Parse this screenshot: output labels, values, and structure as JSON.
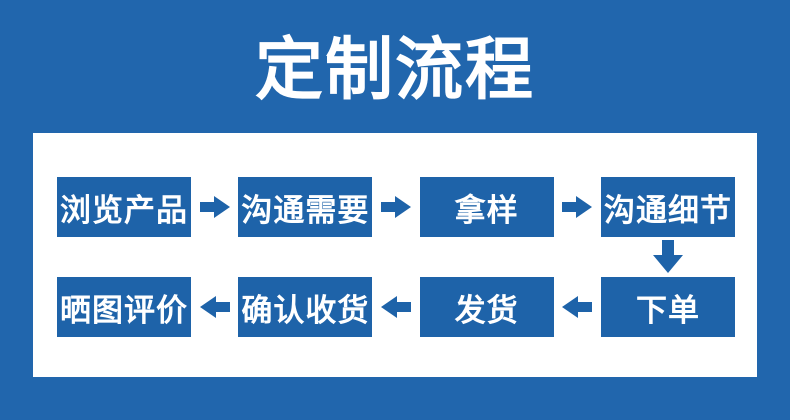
{
  "page": {
    "background_color": "#2166AD",
    "panel_color": "#FFFFFF",
    "accent_color": "#1E63A9",
    "text_color": "#FFFFFF"
  },
  "header": {
    "title": "定制流程"
  },
  "flow": {
    "row1": {
      "arrow_direction": "right",
      "steps": [
        {
          "label": "浏览产品"
        },
        {
          "label": "沟通需要"
        },
        {
          "label": "拿样"
        },
        {
          "label": "沟通细节"
        }
      ]
    },
    "connector": {
      "arrow_direction": "down"
    },
    "row2": {
      "arrow_direction": "left",
      "steps": [
        {
          "label": "晒图评价"
        },
        {
          "label": "确认收货"
        },
        {
          "label": "发货"
        },
        {
          "label": "下单"
        }
      ]
    }
  }
}
